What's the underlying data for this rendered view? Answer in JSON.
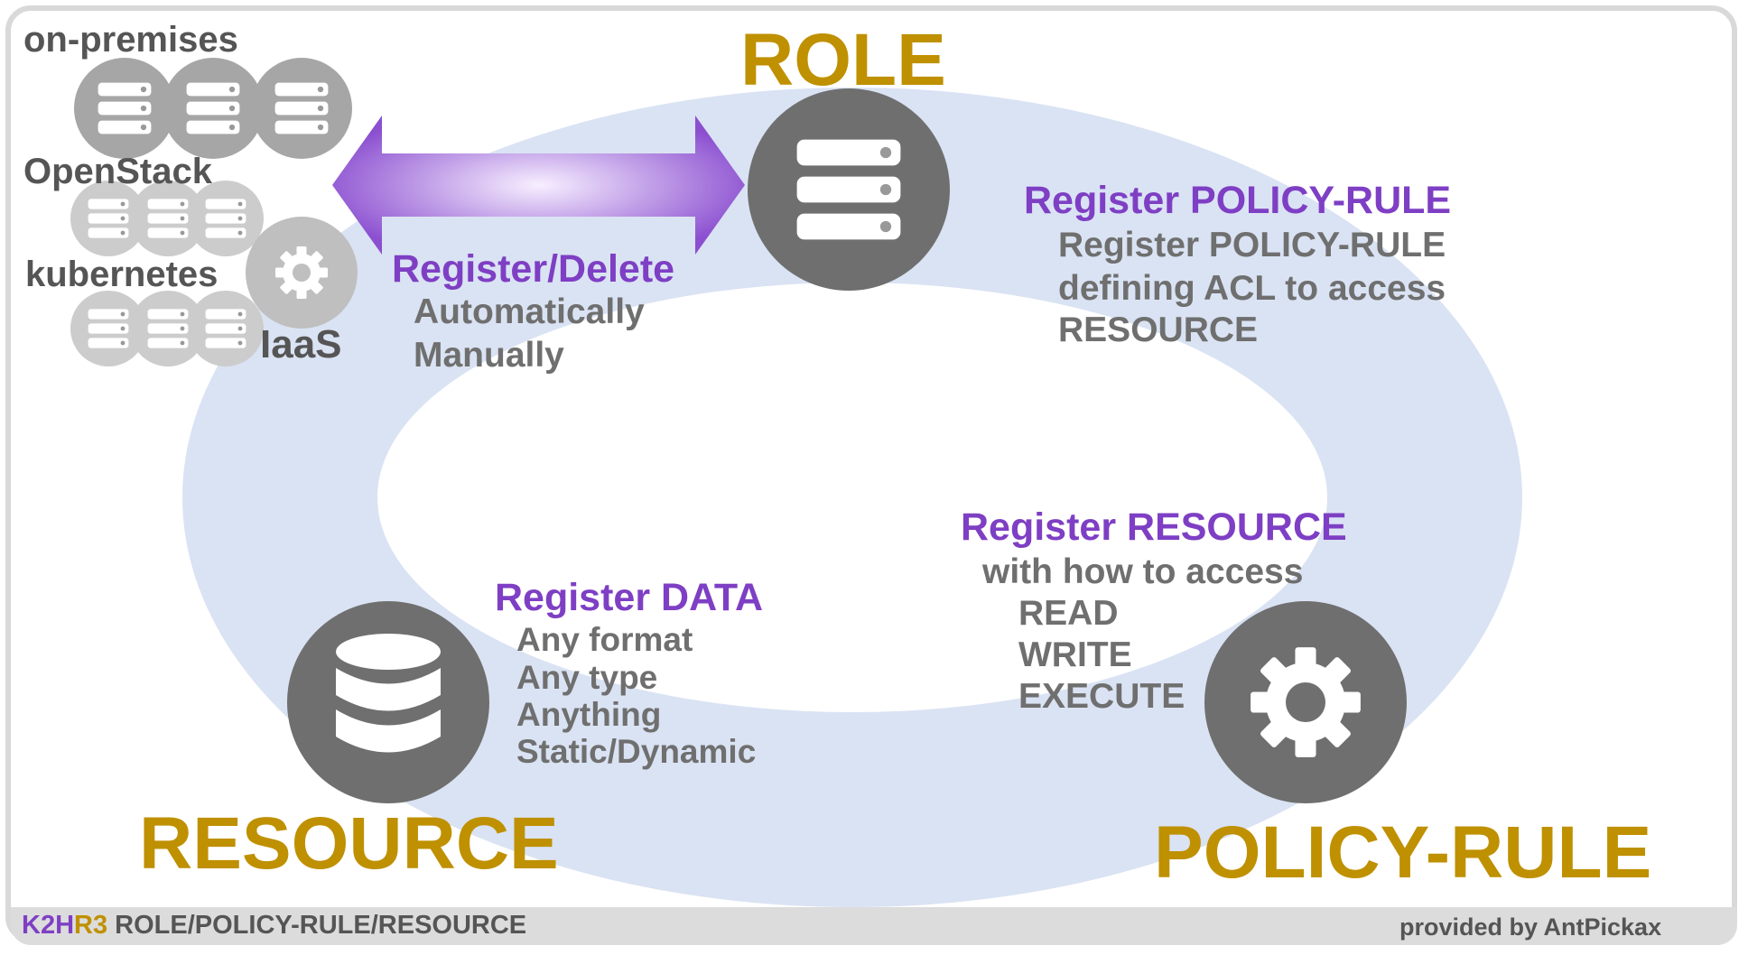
{
  "nodes": {
    "role": {
      "label": "ROLE"
    },
    "resource": {
      "label": "RESOURCE"
    },
    "policy_rule": {
      "label": "POLICY-RULE"
    }
  },
  "infra": {
    "on_premises": "on-premises",
    "openstack": "OpenStack",
    "kubernetes": "kubernetes",
    "iaas": "IaaS"
  },
  "register_delete": {
    "title": "Register/Delete",
    "items": [
      "Automatically",
      "Manually"
    ]
  },
  "register_policy": {
    "title": "Register POLICY-RULE",
    "lines": [
      "Register POLICY-RULE",
      "defining ACL to access",
      "RESOURCE"
    ]
  },
  "register_resource": {
    "title": "Register RESOURCE",
    "subtitle": "with how to access",
    "items": [
      "READ",
      "WRITE",
      "EXECUTE"
    ]
  },
  "register_data": {
    "title": "Register DATA",
    "items": [
      "Any format",
      "Any type",
      "Anything",
      "Static/Dynamic"
    ]
  },
  "footer": {
    "brand_k2h": "K2H",
    "brand_r3": "R3",
    "title": "ROLE/POLICY-RULE/RESOURCE",
    "credit": "provided by AntPickax"
  },
  "colors": {
    "gold": "#bf9000",
    "purple": "#7e3fc4",
    "ring": "#dae3f3",
    "icon_dark": "#6f6f6f",
    "icon_light": "#c4c4c4"
  }
}
